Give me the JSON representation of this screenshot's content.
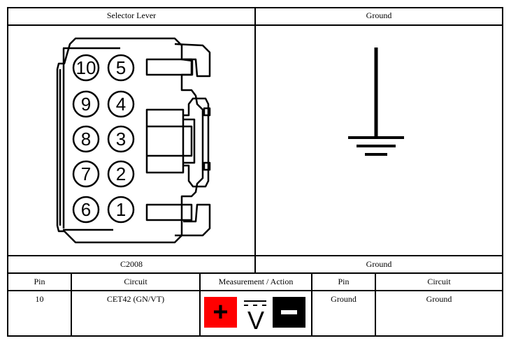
{
  "header": {
    "left_title": "Selector Lever",
    "right_title": "Ground"
  },
  "captions": {
    "left": "C2008",
    "right": "Ground"
  },
  "connector": {
    "pins_left_column": [
      "10",
      "9",
      "8",
      "7",
      "6"
    ],
    "pins_right_column": [
      "5",
      "4",
      "3",
      "2",
      "1"
    ]
  },
  "table": {
    "columns": [
      "Pin",
      "Circuit",
      "Measurement / Action",
      "Pin",
      "Circuit"
    ],
    "rows": [
      {
        "pin": "10",
        "circuit": "CET42 (GN/VT)",
        "measurement": {
          "positive_symbol": "+",
          "meter_symbol": "V",
          "negative_symbol": "−",
          "positive_color": "#ff0000",
          "negative_color": "#000000"
        },
        "pin2": "Ground",
        "circuit2": "Ground"
      }
    ]
  }
}
